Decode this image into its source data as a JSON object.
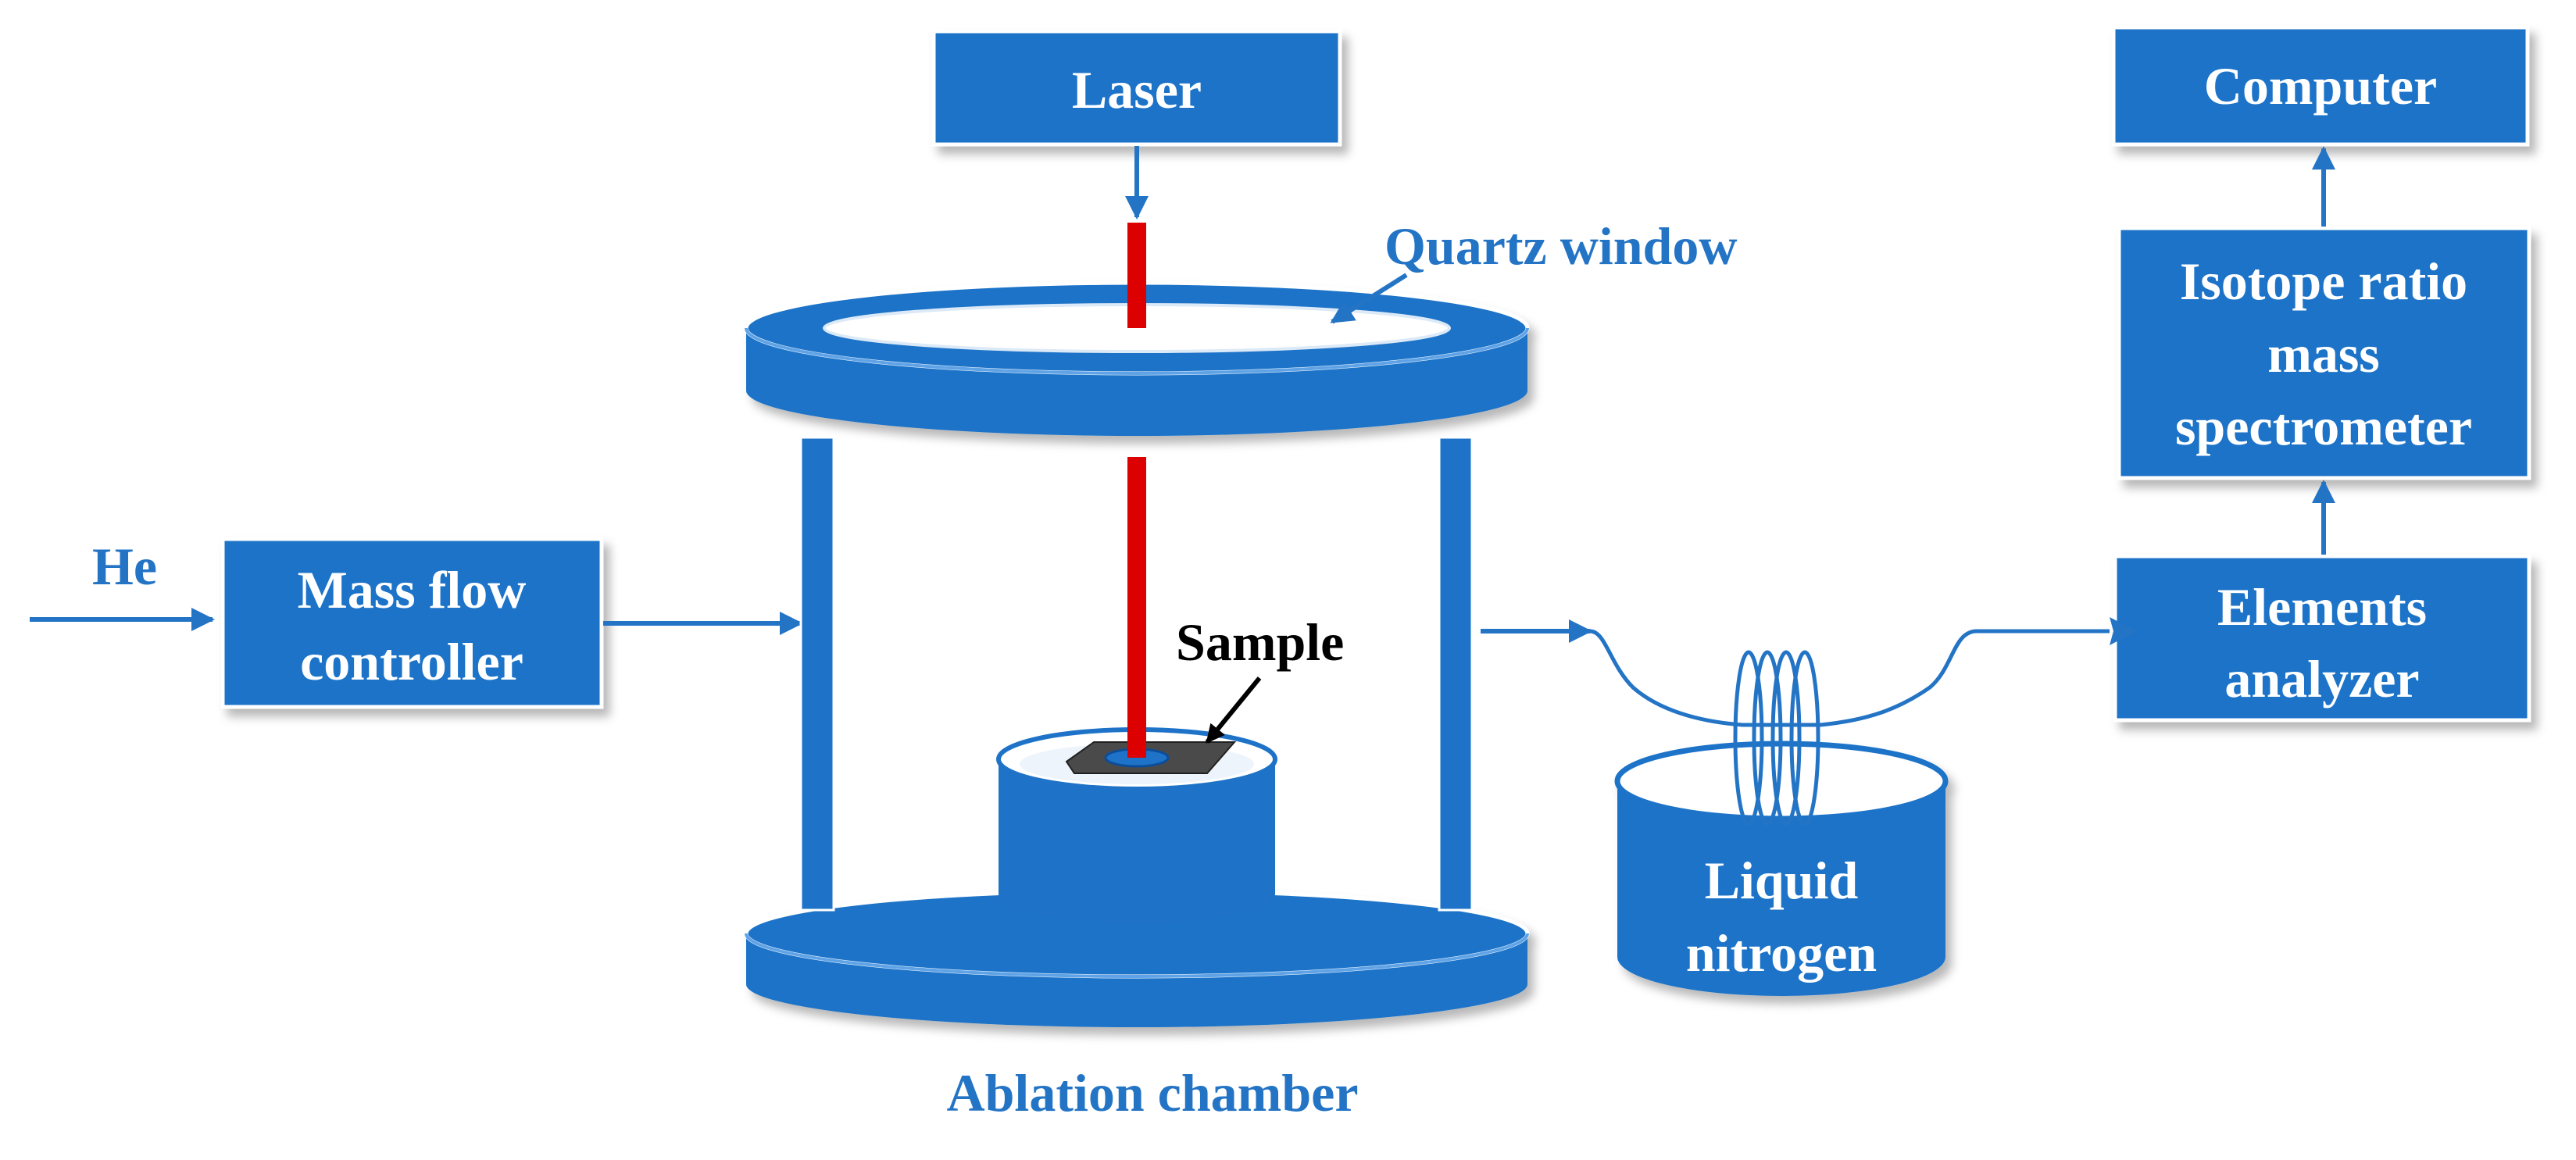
{
  "diagram": {
    "nodes": {
      "laser": "Laser",
      "computer": "Computer",
      "irms_line1": "Isotope ratio",
      "irms_line2": "mass",
      "irms_line3": "spectrometer",
      "mfc_line1": "Mass flow",
      "mfc_line2": "controller",
      "ea_line1": "Elements",
      "ea_line2": "analyzer",
      "ln_line1": "Liquid",
      "ln_line2": "nitrogen"
    },
    "labels": {
      "he": "He",
      "quartz_window": "Quartz window",
      "sample": "Sample",
      "ablation_chamber": "Ablation chamber"
    },
    "colors": {
      "box_fill": "#1e73c8",
      "edge_light": "#5fa3e6",
      "beam": "#dd0000",
      "label_blue": "#2474c6"
    }
  }
}
